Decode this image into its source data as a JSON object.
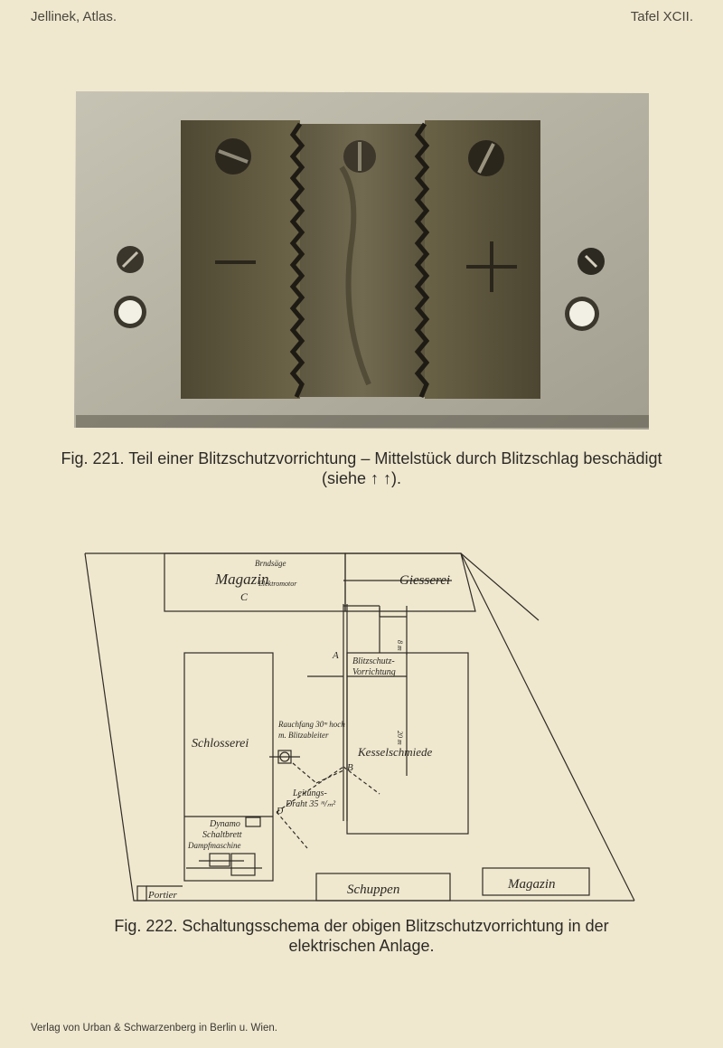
{
  "header": {
    "left": "Jellinek, Atlas.",
    "right": "Tafel XCII."
  },
  "figure1": {
    "caption": "Fig. 221. Teil einer Blitzschutzvorrichtung – Mittelstück durch Blitzschlag beschädigt (siehe ↑ ↑).",
    "caption_line1": "Fig. 221. Teil einer Blitzschutzvorrichtung – Mittelstück durch Blitzschlag beschädigt",
    "caption_line2": "(siehe ↑ ↑)."
  },
  "figure2": {
    "caption_line1": "Fig. 222. Schaltungsschema der obigen Blitzschutzvorrichtung in der",
    "caption_line2": "elektrischen Anlage.",
    "labels": {
      "magazin_top": "Magazin",
      "brandsaege": "Brndsäge",
      "elektromotor": "Elektromotor",
      "giesserei": "Giesserei",
      "c_label": "C",
      "a_label": "A",
      "blitzschutz1": "Blitzschutz-",
      "blitzschutz2": "Vorrichtung",
      "schlosserei": "Schlosserei",
      "rauchfang1": "Rauchfang 30ᵐ hoch",
      "rauchfang2": "m. Blitzableiter",
      "kesselschmiede": "Kesselschmiede",
      "b_label": "B",
      "leitungs1": "Leitungs-",
      "leitungs2": "Draht 35 ᵐ/ₘ²",
      "d_label": "D",
      "dynamo": "Dynamo",
      "schaltbrett": "Schaltbrett",
      "dampfmaschine": "Dampfmaschine",
      "portier": "Portier",
      "schuppen": "Schuppen",
      "magazin_br": "Magazin",
      "dist1": "8 m",
      "dist2": "20 m"
    }
  },
  "footer": "Verlag von Urban & Schwarzenberg in Berlin u. Wien."
}
